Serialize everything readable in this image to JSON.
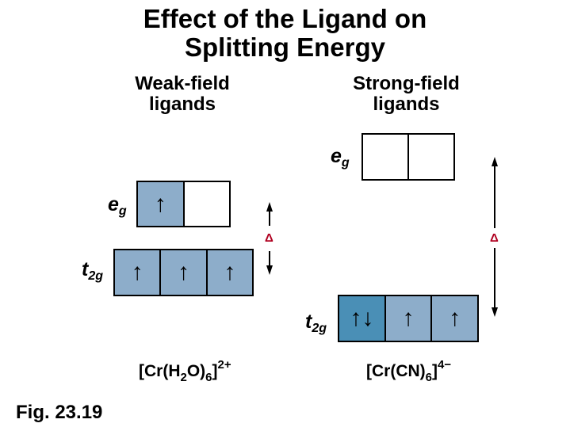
{
  "title_line1": "Effect of the Ligand on",
  "title_line2": "Splitting Energy",
  "weak": {
    "heading_line1": "Weak-field",
    "heading_line2": "ligands",
    "eg_label": "e",
    "eg_sub": "g",
    "t2g_label": "t",
    "t2g_sub": "2g",
    "eg_orbitals": [
      "↑",
      ""
    ],
    "t2g_orbitals": [
      "↑",
      "↑",
      "↑"
    ],
    "delta": "Δ",
    "formula": {
      "prefix": "[Cr(H",
      "sub1": "2",
      "mid": "O)",
      "sub2": "6",
      "close": "]",
      "charge": "2+"
    }
  },
  "strong": {
    "heading_line1": "Strong-field",
    "heading_line2": "ligands",
    "eg_label": "e",
    "eg_sub": "g",
    "t2g_label": "t",
    "t2g_sub": "2g",
    "eg_orbitals": [
      "",
      ""
    ],
    "t2g_orbitals": [
      "↑↓",
      "↑",
      "↑"
    ],
    "delta": "Δ",
    "formula": {
      "prefix": "[Cr(CN)",
      "sub2": "6",
      "close": "]",
      "charge": "4−"
    }
  },
  "figure_label": "Fig. 23.19",
  "colors": {
    "single_electron": "#8dadca",
    "paired_electron": "#4a8fb6",
    "delta": "#b00020"
  }
}
